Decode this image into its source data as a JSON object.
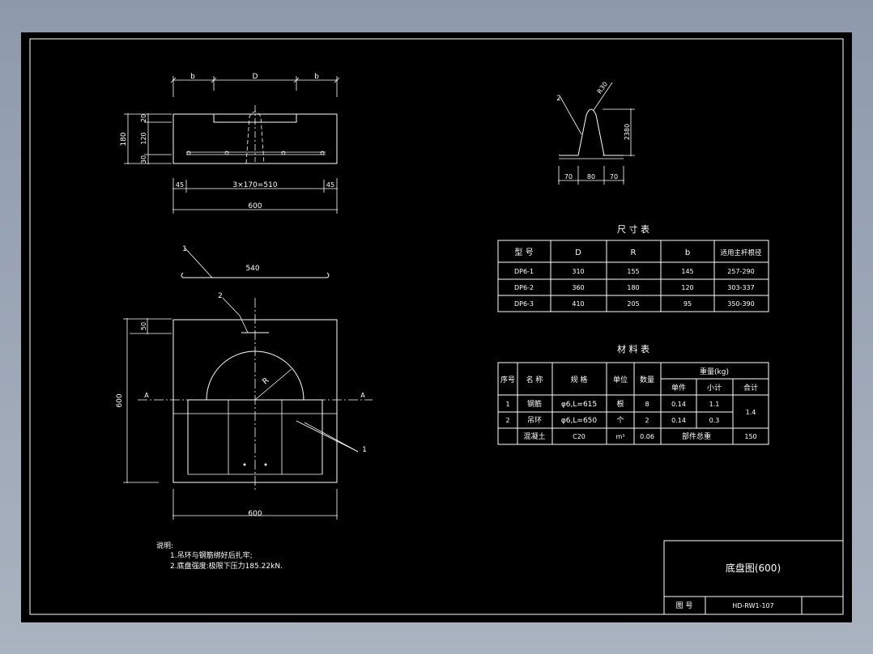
{
  "top_view": {
    "dim_b_left": "b",
    "dim_D": "D",
    "dim_b_right": "b",
    "dim_180": "180",
    "dim_20": "20",
    "dim_120": "120",
    "dim_30": "30",
    "dim_45_left": "45",
    "dim_spacing": "3×170=510",
    "dim_45_right": "45",
    "dim_600": "600"
  },
  "rebar": {
    "label": "1",
    "length": "540"
  },
  "ring": {
    "label": "2",
    "radius": "R30",
    "height": "2380",
    "w1": "70",
    "w2": "80",
    "w3": "70"
  },
  "plan_view": {
    "label_2": "2",
    "dim_50": "50",
    "dim_600_v": "600",
    "section_a_left": "A",
    "section_a_right": "A",
    "radius_R": "R",
    "label_1": "1",
    "dim_600_h": "600"
  },
  "notes": {
    "title": "说明:",
    "line1": "1.吊环与钢筋绑好后扎牢;",
    "line2": "2.底盘强度:极限下压力185.22kN."
  },
  "size_table": {
    "title": "尺 寸 表",
    "headers": [
      "型 号",
      "D",
      "R",
      "b",
      "适用主杆根径"
    ],
    "rows": [
      [
        "DP6-1",
        "310",
        "155",
        "145",
        "257-290"
      ],
      [
        "DP6-2",
        "360",
        "180",
        "120",
        "303-337"
      ],
      [
        "DP6-3",
        "410",
        "205",
        "95",
        "350-390"
      ]
    ]
  },
  "material_table": {
    "title": "材 料 表",
    "h_no": "序号",
    "h_name": "名 称",
    "h_spec": "规 格",
    "h_unit": "单位",
    "h_qty": "数量",
    "h_weight": "重量(kg)",
    "h_single": "单件",
    "h_subtotal": "小计",
    "h_total": "合计",
    "rows": [
      {
        "no": "1",
        "name": "钢筋",
        "spec": "φ6,L=615",
        "unit": "根",
        "qty": "8",
        "single": "0.14",
        "subtotal": "1.1"
      },
      {
        "no": "2",
        "name": "吊环",
        "spec": "φ6,L=650",
        "unit": "个",
        "qty": "2",
        "single": "0.14",
        "subtotal": "0.3"
      }
    ],
    "total": "1.4",
    "concrete": {
      "name": "混凝土",
      "spec": "C20",
      "unit": "m³",
      "qty": "0.06",
      "label": "部件总重",
      "value": "150"
    }
  },
  "title_block": {
    "title": "底盘图(600)",
    "drawing_no_label": "图 号",
    "drawing_no": "HD-RW1-107"
  }
}
